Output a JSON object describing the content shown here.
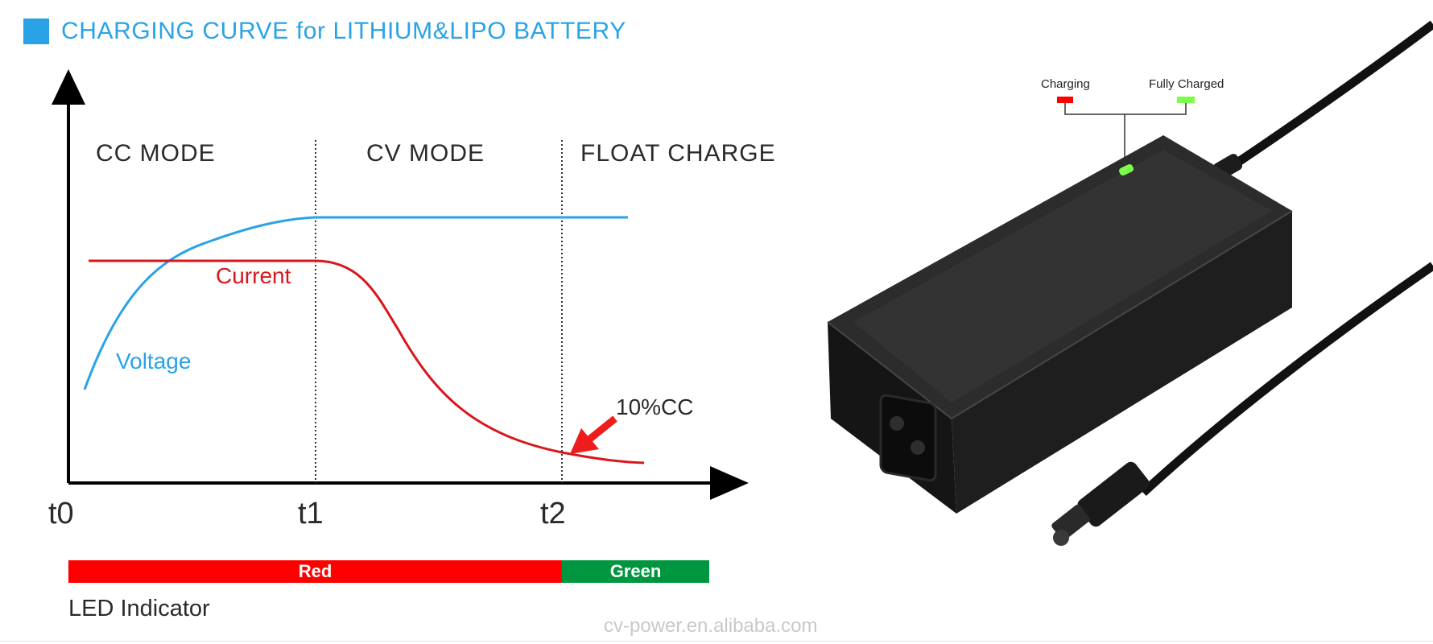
{
  "title": "CHARGING CURVE for LITHIUM&LIPO BATTERY",
  "modes": {
    "cc": "CC MODE",
    "cv": "CV MODE",
    "float": "FLOAT CHARGE"
  },
  "time_ticks": [
    "t0",
    "t1",
    "t2"
  ],
  "curves": {
    "current_label": "Current",
    "voltage_label": "Voltage",
    "annotation": "10%CC"
  },
  "led": {
    "red_label": "Red",
    "green_label": "Green",
    "caption": "LED Indicator",
    "charging_label": "Charging",
    "fully_charged_label": "Fully Charged"
  },
  "colors": {
    "accent_blue": "#2aa3e6",
    "current_red": "#d9161c",
    "led_red": "#ff0000",
    "led_green": "#00963f",
    "led_green_light": "#7cff4a"
  },
  "watermark": "cv-power.en.alibaba.com"
}
